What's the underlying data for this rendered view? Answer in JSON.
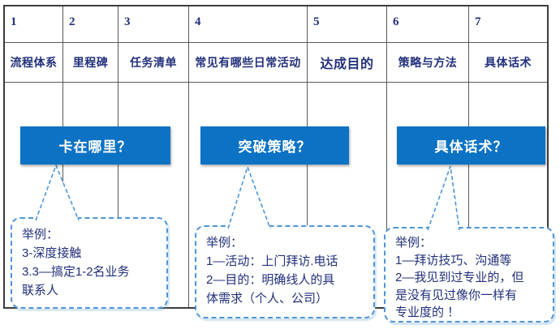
{
  "table": {
    "columns": [
      {
        "number": "1",
        "label": "流程体系"
      },
      {
        "number": "2",
        "label": "里程碑"
      },
      {
        "number": "3",
        "label": "任务清单"
      },
      {
        "number": "4",
        "label": "常见有哪些日常活动"
      },
      {
        "number": "5",
        "label": "达成目的"
      },
      {
        "number": "6",
        "label": "策略与方法"
      },
      {
        "number": "7",
        "label": "具体话术"
      }
    ]
  },
  "boxes": [
    {
      "label": "卡在哪里？"
    },
    {
      "label": "突破策略？"
    },
    {
      "label": "具体话术？"
    }
  ],
  "callouts": [
    {
      "text": "举例：\n3-深度接触\n3.3—搞定1-2名业务\n联系人"
    },
    {
      "text": "举例：\n1—活动：上门拜访.电话\n2—目的：明确线人的具\n体需求（个人、公司）"
    },
    {
      "text": "举例：\n1—拜访技巧、沟通等\n2—我见到过专业的，但\n是没有见过像你一样有\n专业度的 ！"
    }
  ],
  "colors": {
    "accent_blue": "#0b72c4",
    "navy_text": "#22307b",
    "dashed_blue": "#4e95d9",
    "grid_line": "#595959"
  }
}
